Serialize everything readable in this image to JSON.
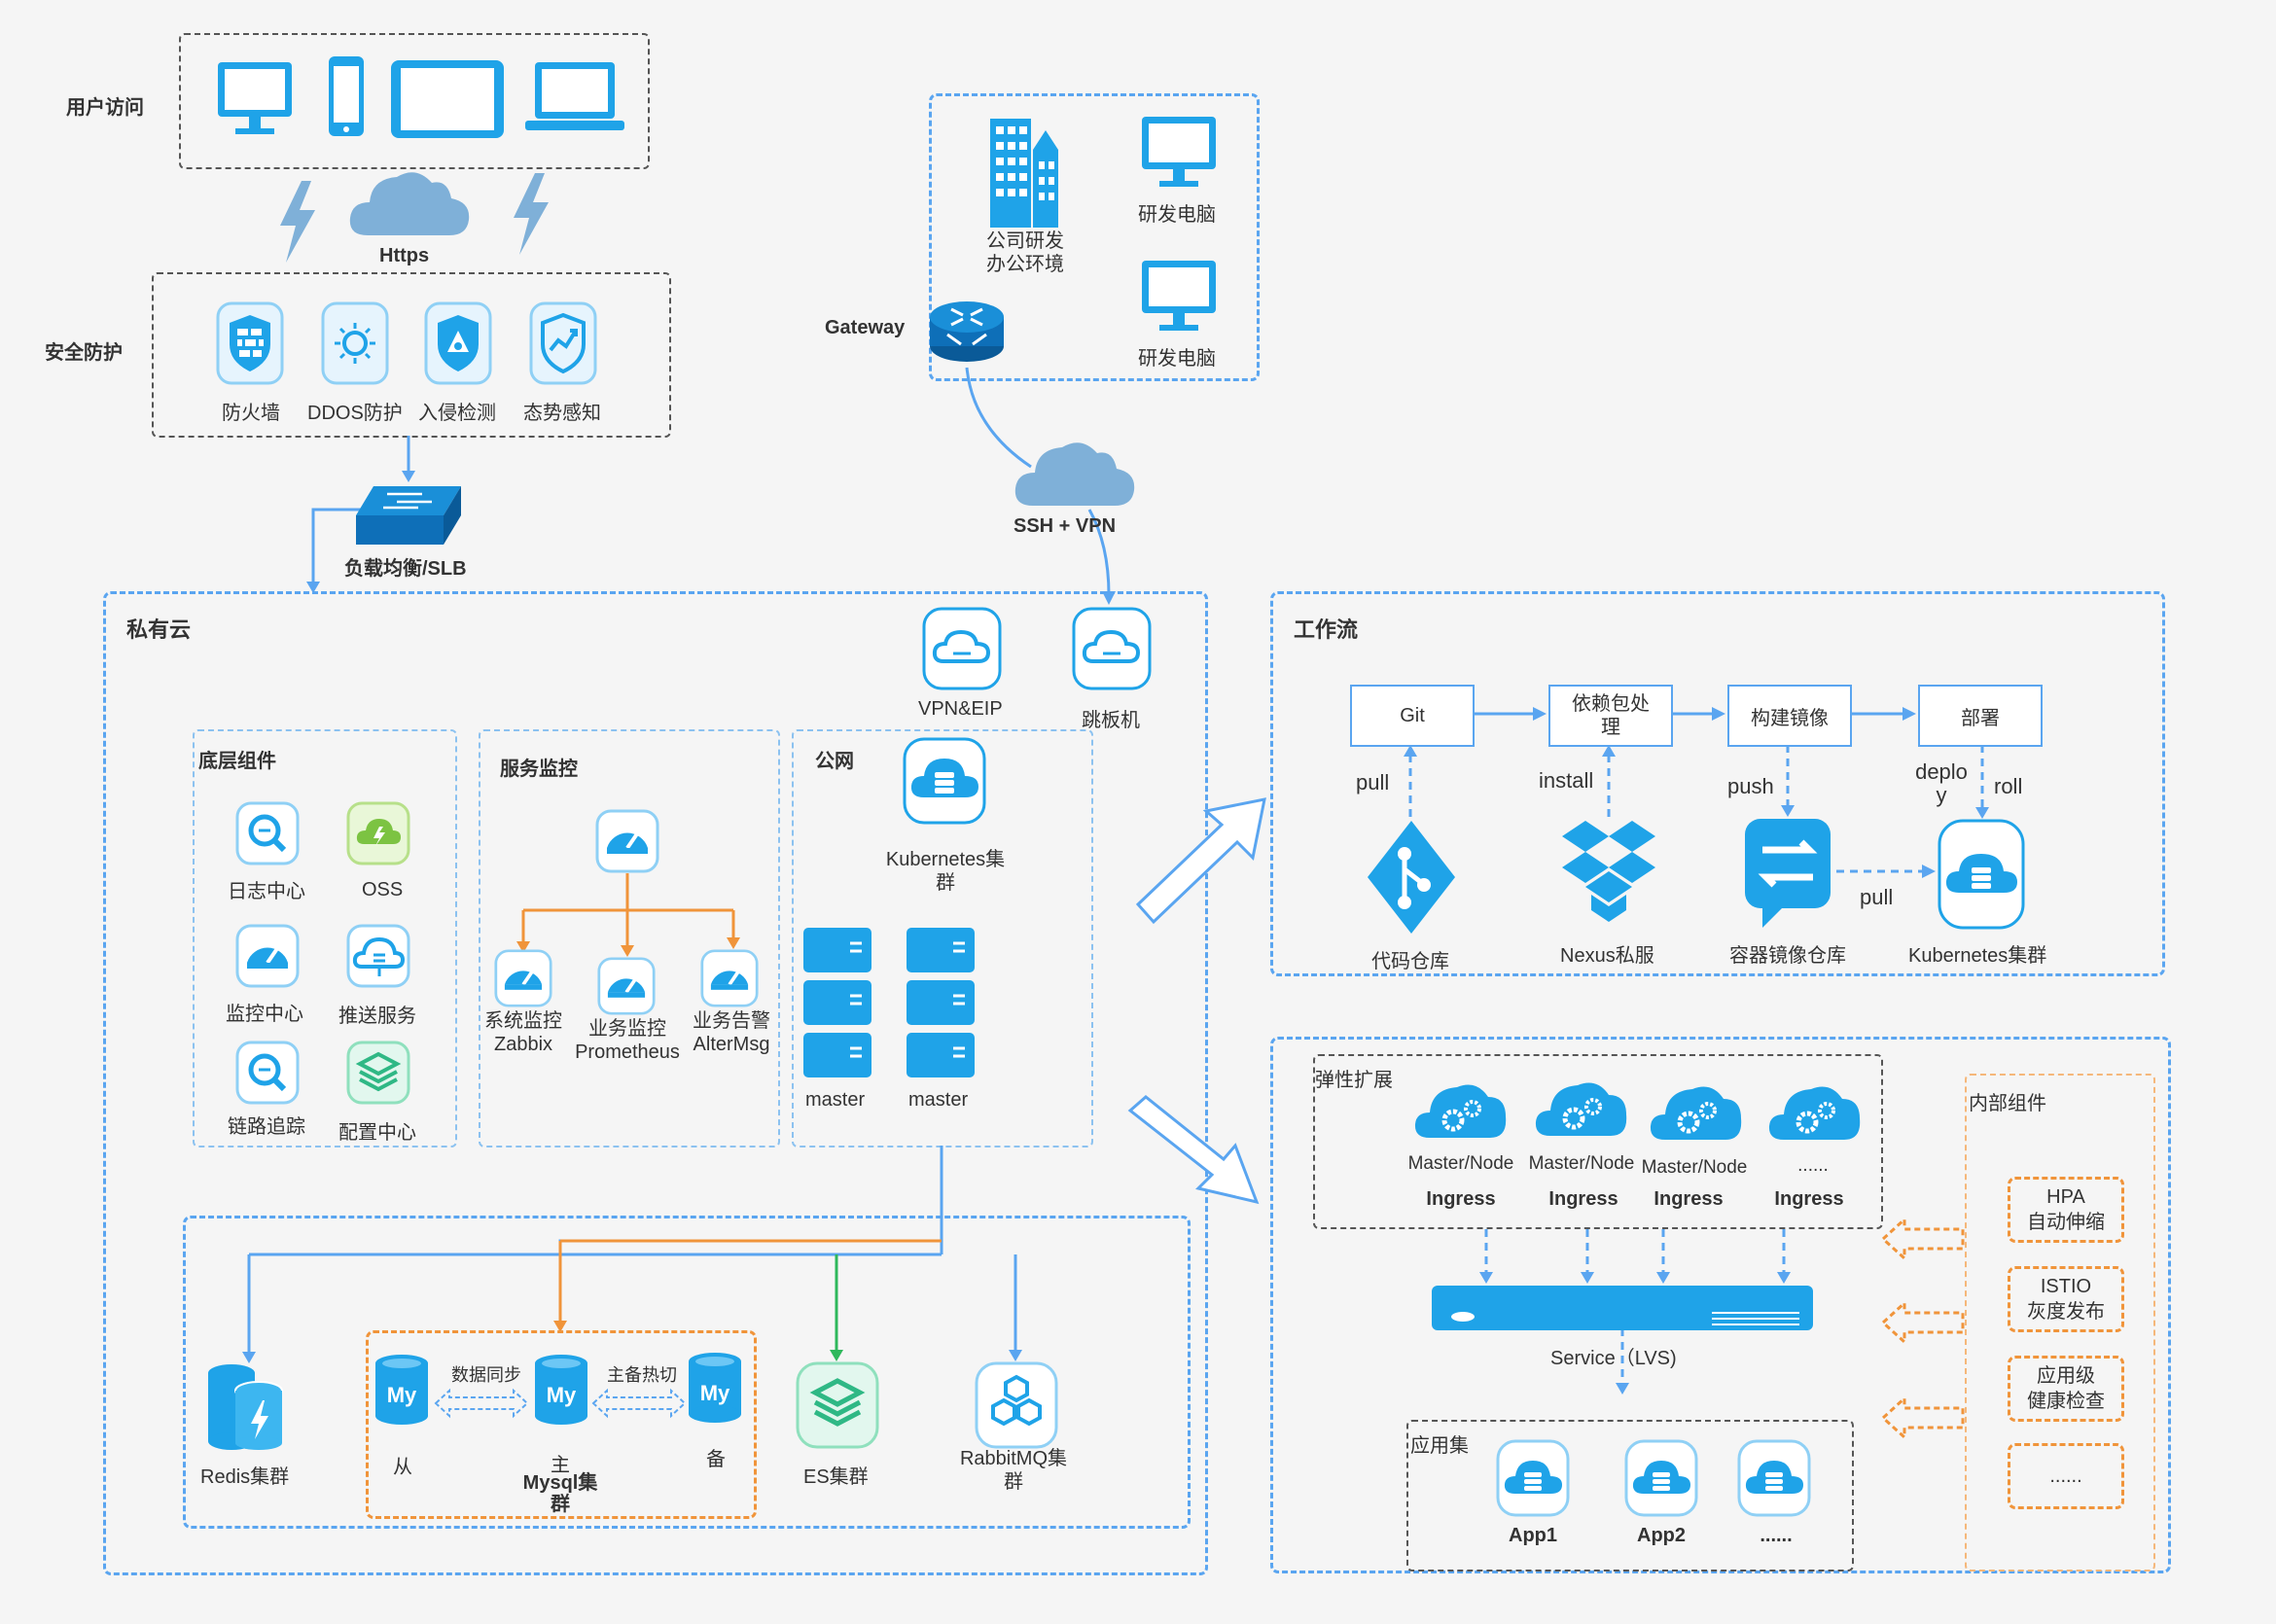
{
  "user_access": {
    "title": "用户访问",
    "link": "Https"
  },
  "security": {
    "title": "安全防护",
    "items": [
      "防火墙",
      "DDOS防护",
      "入侵检测",
      "态势感知"
    ]
  },
  "slb": {
    "label": "负载均衡/SLB"
  },
  "office": {
    "env": "公司研发办公环境",
    "env_l1": "公司研发",
    "env_l2": "办公环境",
    "dev1": "研发电脑",
    "dev2": "研发电脑",
    "gateway": "Gateway",
    "link": "SSH + VPN"
  },
  "private_cloud": {
    "title": "私有云",
    "vpn": "VPN&EIP",
    "jump": "跳板机",
    "base": {
      "title": "底层组件",
      "items": [
        "日志中心",
        "OSS",
        "监控中心",
        "推送服务",
        "链路追踪",
        "配置中心"
      ]
    },
    "monitor": {
      "title": "服务监控",
      "items": [
        {
          "l1": "系统监控",
          "l2": "Zabbix"
        },
        {
          "l1": "业务监控",
          "l2": "Prometheus"
        },
        {
          "l1": "业务告警",
          "l2": "AlterMsg"
        }
      ]
    },
    "public_net": {
      "title": "公网",
      "k8s_l1": "Kubernetes集",
      "k8s_l2": "群",
      "master1": "master",
      "master2": "master"
    },
    "data": {
      "redis": "Redis集群",
      "mysql": {
        "slave": "从",
        "main": "主",
        "backup": "备",
        "sync": "数据同步",
        "failover": "主备热切",
        "title_l1": "Mysql集",
        "title_l2": "群"
      },
      "es": "ES集群",
      "mq_l1": "RabbitMQ集",
      "mq_l2": "群"
    }
  },
  "workflow": {
    "title": "工作流",
    "steps": [
      "Git",
      "依赖包处理",
      "构建镜像",
      "部署"
    ],
    "step2_l1": "依赖包处",
    "step2_l2": "理",
    "edges": {
      "pull": "pull",
      "install": "install",
      "push": "push",
      "deploy_l1": "deplo",
      "deploy_l2": "y",
      "roll": "roll",
      "pull2": "pull"
    },
    "sources": [
      "代码仓库",
      "Nexus私服",
      "容器镜像仓库",
      "Kubernetes集群"
    ]
  },
  "k8s": {
    "elastic": "弹性扩展",
    "nodes": [
      {
        "name": "Master/Node",
        "ing": "Ingress"
      },
      {
        "name": "Master/Node",
        "ing": "Ingress"
      },
      {
        "name": "Master/Node",
        "ing": "Ingress"
      },
      {
        "name": "......",
        "ing": "Ingress"
      }
    ],
    "service": "Service（LVS)",
    "apps_title": "应用集",
    "apps": [
      "App1",
      "App2",
      "......"
    ],
    "internal": {
      "title": "内部组件",
      "items": [
        {
          "l1": "HPA",
          "l2": "自动伸缩"
        },
        {
          "l1": "ISTIO",
          "l2": "灰度发布"
        },
        {
          "l1": "应用级",
          "l2": "健康检查"
        },
        {
          "l1": "......",
          "l2": ""
        }
      ]
    }
  },
  "colors": {
    "blue": "#1fa3e8",
    "line": "#5aa5f0",
    "orange": "#f0943a",
    "green": "#2fb85c"
  }
}
